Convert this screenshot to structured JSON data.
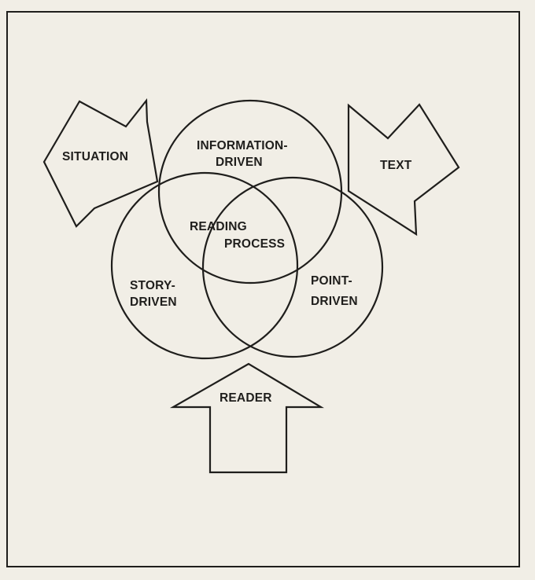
{
  "diagram": {
    "circles": {
      "information": {
        "line1": "INFORMATION-",
        "line2": "DRIVEN"
      },
      "story": {
        "line1": "STORY-",
        "line2": "DRIVEN"
      },
      "point": {
        "line1": "POINT-",
        "line2": "DRIVEN"
      }
    },
    "center": {
      "line1": "READING",
      "line2": "PROCESS"
    },
    "arrows": {
      "situation": "SITUATION",
      "text": "TEXT",
      "reader": "READER"
    }
  }
}
